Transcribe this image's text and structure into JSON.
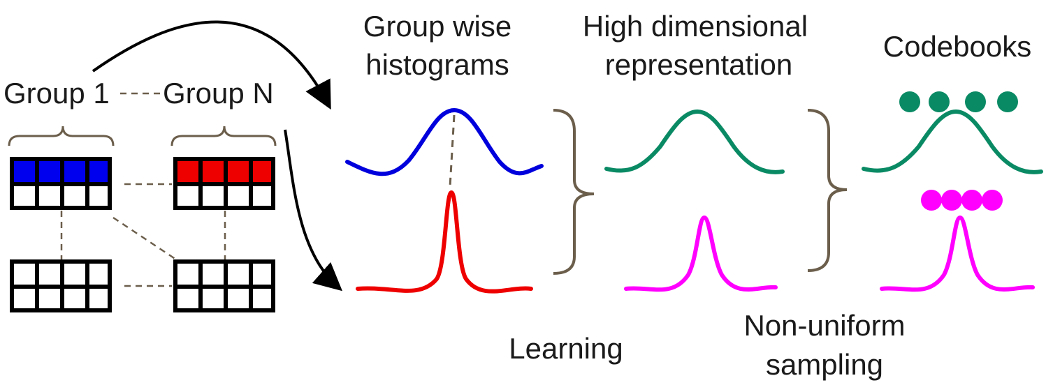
{
  "labels": {
    "group_1": "Group 1",
    "group_n": "Group N",
    "histograms_line1": "Group wise",
    "histograms_line2": "histograms",
    "representation_line1": "High dimensional",
    "representation_line2": "representation",
    "codebooks": "Codebooks",
    "learning": "Learning",
    "sampling_line1": "Non-uniform",
    "sampling_line2": "sampling"
  },
  "colors": {
    "group_1_cells": "#0000ee",
    "group_n_cells": "#ee0000",
    "wide_histogram": "#0000dd",
    "narrow_histogram": "#ee0000",
    "wide_representation": "#0a8a64",
    "narrow_representation": "#ff00ff",
    "brace": "#6b5e4b",
    "dashed_link": "#6b5e4b",
    "arrow": "#000000"
  },
  "icons": {
    "grid": "grid-4x2-icon",
    "brace": "curly-brace-icon",
    "arrow": "curved-arrow-icon",
    "codebook_point": "dot-icon"
  }
}
